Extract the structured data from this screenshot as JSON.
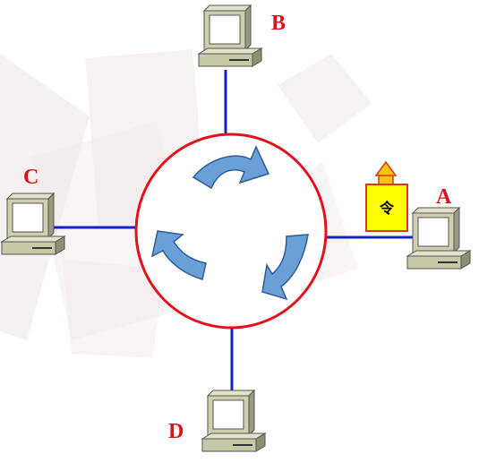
{
  "nodes": {
    "a": {
      "label": "A"
    },
    "b": {
      "label": "B"
    },
    "c": {
      "label": "C"
    },
    "d": {
      "label": "D"
    }
  },
  "token": {
    "label": "令"
  },
  "colors": {
    "ring": "#e4111b",
    "link": "#1522c8",
    "arrow_fill": "#6a9fd8",
    "arrow_stroke": "#2f5d95",
    "label": "#d9121b",
    "token_fill": "#ffff00",
    "token_stroke": "#d43a1a",
    "token_cap": "#ffc400",
    "background_shapes": "#efe6e6"
  },
  "icons": {
    "computer": "computer-icon",
    "token": "token-icon",
    "rotation": "rotation-arrow-icon"
  }
}
